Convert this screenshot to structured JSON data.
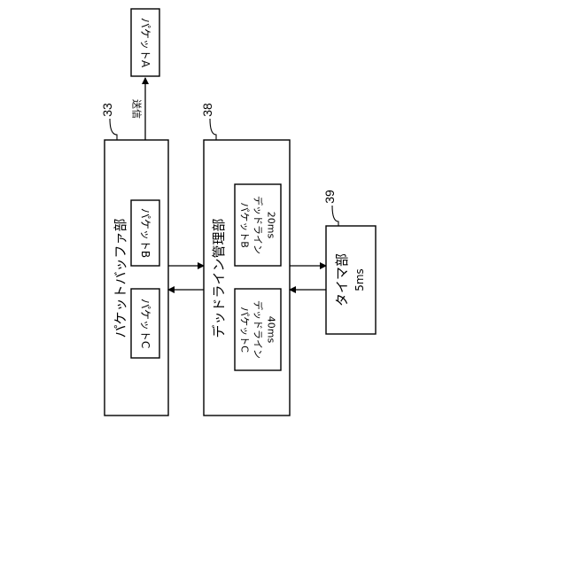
{
  "packet_a": {
    "label": "パケットA"
  },
  "send": {
    "label": "送信"
  },
  "refs": {
    "buffer": "33",
    "deadline": "38",
    "timer": "39"
  },
  "buffer": {
    "title": "パケットバッファ部",
    "packet_b": "パケットB",
    "packet_c": "パケットC"
  },
  "deadline": {
    "title": "デッドライン管理部",
    "entry_b": {
      "name": "パケットB",
      "caption": "デッドライン",
      "value": "20ms"
    },
    "entry_c": {
      "name": "パケットC",
      "caption": "デッドライン",
      "value": "40ms"
    }
  },
  "timer": {
    "title": "タイマ部",
    "value": "5ms"
  }
}
